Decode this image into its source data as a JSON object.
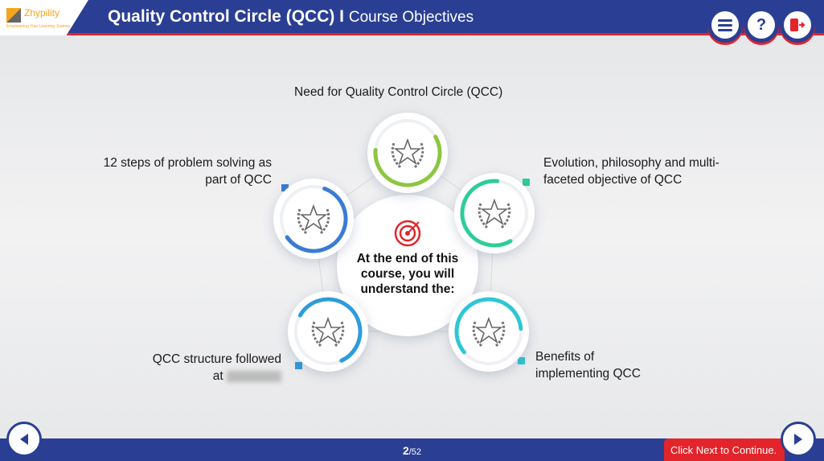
{
  "header": {
    "brand": "Zhypility",
    "brand_tagline": "Empowering Your Learning Journey",
    "title": "Quality Control Circle (QCC) I",
    "subtitle": "Course Objectives"
  },
  "header_buttons": [
    {
      "icon": "menu-icon"
    },
    {
      "icon": "help-icon",
      "label": "?"
    },
    {
      "icon": "exit-icon"
    }
  ],
  "center": {
    "text": "At the end of this course, you will understand the:",
    "icon": "target-icon"
  },
  "objectives": [
    {
      "label": "Need for Quality Control Circle (QCC)",
      "color": "#8dc63f"
    },
    {
      "label": "Evolution, philosophy and multi-faceted objective of QCC",
      "color": "#2ecc9a"
    },
    {
      "label": "Benefits of implementing QCC",
      "color": "#2fc6d6"
    },
    {
      "label": "QCC structure followed at",
      "color": "#2d9cdb"
    },
    {
      "label": "12 steps of problem solving as part of QCC",
      "color": "#3a7bd5"
    }
  ],
  "footer": {
    "page_current": "2",
    "page_total": "/52",
    "continue_text": "Click Next to Continue."
  }
}
